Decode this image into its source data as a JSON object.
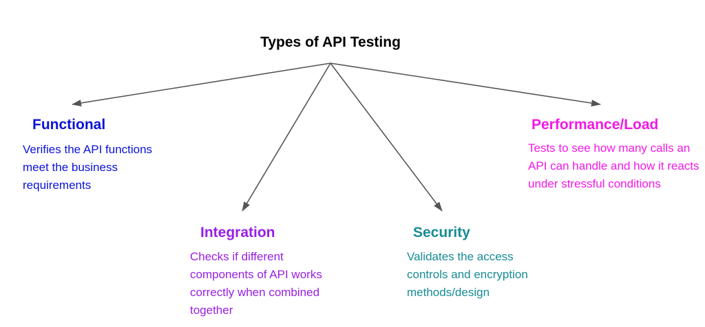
{
  "root": {
    "title": "Types of API Testing"
  },
  "colors": {
    "functional": "#0a12d8",
    "integration": "#9a1ee6",
    "security": "#168c95",
    "performance": "#f218e8",
    "arrow": "#555555"
  },
  "nodes": {
    "functional": {
      "title": "Functional",
      "description": "Verifies the API functions meet the business requirements"
    },
    "integration": {
      "title": "Integration",
      "description": "Checks if different components of API works correctly when combined together"
    },
    "security": {
      "title": "Security",
      "description": "Validates the access controls and encryption methods/design"
    },
    "performance": {
      "title": "Performance/Load",
      "description": "Tests to see how many calls an API can handle and how it reacts under stressful conditions"
    }
  }
}
